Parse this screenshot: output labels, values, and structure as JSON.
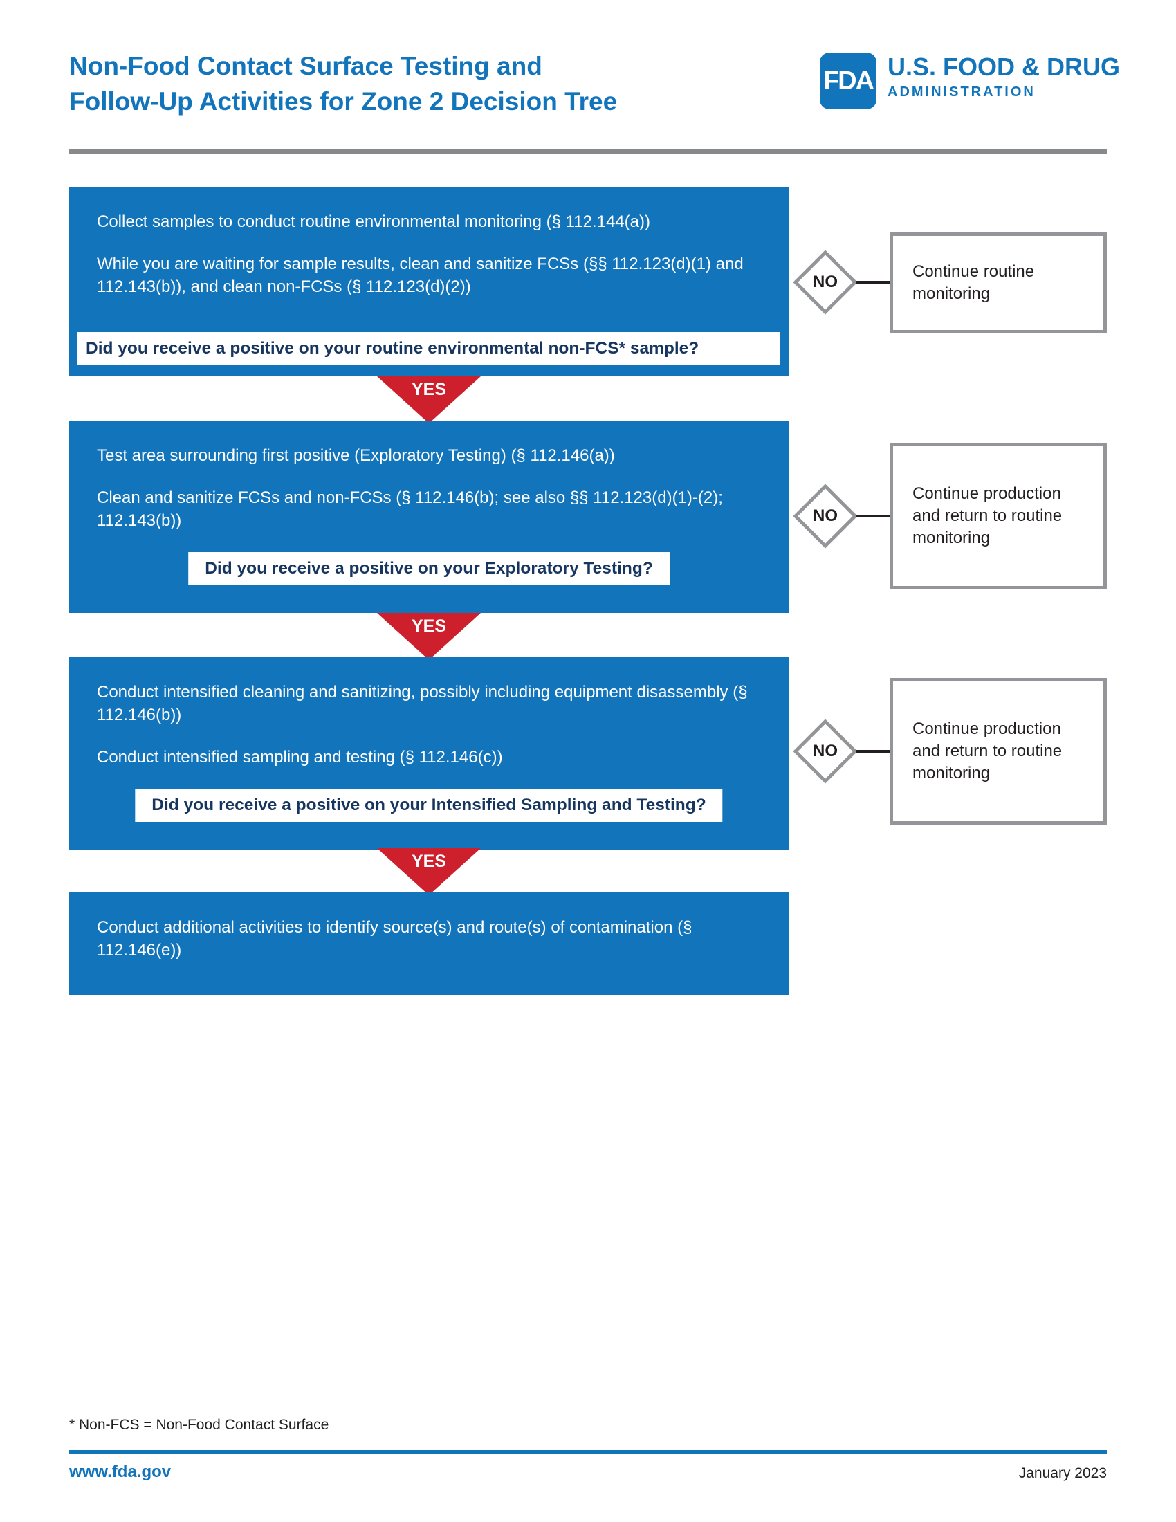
{
  "header": {
    "title_line1": "Non-Food Contact Surface Testing and",
    "title_line2": "Follow-Up Activities for Zone 2 Decision Tree",
    "logo": {
      "mark": "FDA",
      "org_line1": "U.S. FOOD & DRUG",
      "org_line2": "ADMINISTRATION"
    }
  },
  "steps": [
    {
      "paragraphs": [
        "Collect samples to conduct routine environmental monitoring (§ 112.144(a))",
        "While you are waiting for sample results, clean and sanitize FCSs (§§ 112.123(d)(1) and 112.143(b)), and clean non-FCSs (§ 112.123(d)(2))"
      ],
      "question": "Did you receive a positive on your routine environmental non-FCS* sample?",
      "no_label": "NO",
      "outcome": "Continue routine monitoring",
      "yes_label": "YES"
    },
    {
      "paragraphs": [
        "Test area surrounding first positive (Exploratory Testing) (§ 112.146(a))",
        "Clean and sanitize FCSs and non-FCSs (§ 112.146(b); see also §§ 112.123(d)(1)-(2); 112.143(b))"
      ],
      "question": "Did you receive a positive on your Exploratory Testing?",
      "no_label": "NO",
      "outcome": "Continue production and return to routine monitoring",
      "yes_label": "YES"
    },
    {
      "paragraphs": [
        "Conduct intensified cleaning and sanitizing, possibly including equipment disassembly (§ 112.146(b))",
        "Conduct intensified sampling and testing (§ 112.146(c))"
      ],
      "question": "Did you receive a positive on your Intensified Sampling and Testing?",
      "no_label": "NO",
      "outcome": "Continue production and return to routine monitoring",
      "yes_label": "YES"
    }
  ],
  "final_step": "Conduct additional activities to identify source(s) and route(s) of contamination (§ 112.146(e))",
  "footnote": "* Non-FCS = Non-Food Contact Surface",
  "footer": {
    "site": "www.fda.gov",
    "date": "January 2023"
  },
  "colors": {
    "fda_blue": "#1274BB",
    "question_dark_blue": "#17365F",
    "arrow_red": "#CE202C",
    "border_gray": "#939598"
  }
}
